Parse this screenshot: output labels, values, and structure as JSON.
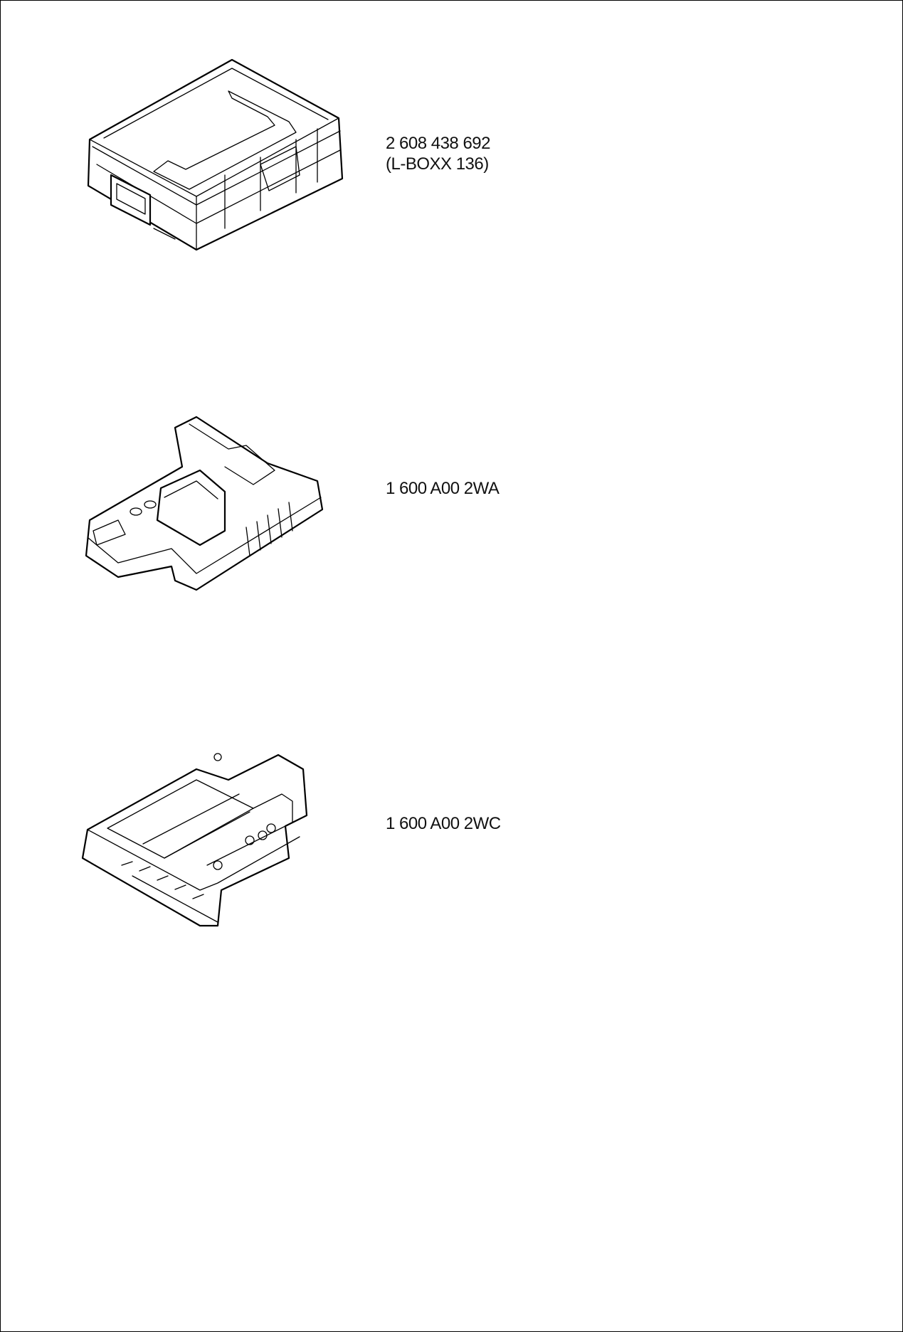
{
  "items": [
    {
      "part_number": "2 608 438 692",
      "name": "(L-BOXX 136)",
      "icon": "l-boxx-case-illustration"
    },
    {
      "part_number": "1 600 A00 2WA",
      "icon": "tool-insert-tray-illustration"
    },
    {
      "part_number": "1 600 A00 2WC",
      "icon": "accessory-insert-tray-illustration"
    }
  ]
}
